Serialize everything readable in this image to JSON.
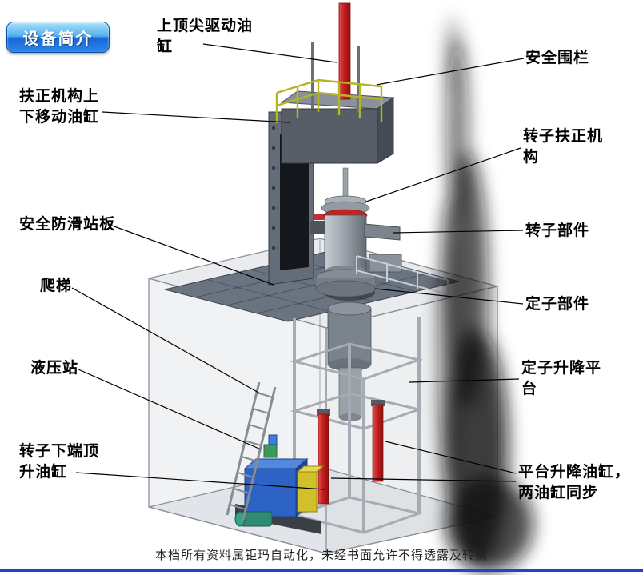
{
  "badge": {
    "label": "设备简介"
  },
  "footer": {
    "text": "本档所有资料属钜玛自动化，未经书面允许不得透露及转摘"
  },
  "labels": [
    {
      "id": "top-center-drive-cylinder",
      "text": "上顶尖驱动油缸"
    },
    {
      "id": "centering-mech-lift-cylinder",
      "text": "扶正机构上下移动油缸"
    },
    {
      "id": "anti-slip-standing-plate",
      "text": "安全防滑站板"
    },
    {
      "id": "ladder",
      "text": "爬梯"
    },
    {
      "id": "hydraulic-station",
      "text": "液压站"
    },
    {
      "id": "rotor-bottom-jack-cylinder",
      "text": "转子下端顶升油缸"
    },
    {
      "id": "safety-fence",
      "text": "安全围栏"
    },
    {
      "id": "rotor-centering-mechanism",
      "text": "转子扶正机构"
    },
    {
      "id": "rotor-component",
      "text": "转子部件"
    },
    {
      "id": "stator-component",
      "text": "定子部件"
    },
    {
      "id": "stator-lift-platform",
      "text": "定子升降平台"
    },
    {
      "id": "platform-lift-cylinders",
      "text": "平台升降油缸，两油缸同步"
    }
  ],
  "colors": {
    "badge_gradient_top": "#a8e0fa",
    "badge_gradient_bottom": "#1668d8",
    "cylinder_red": "#c41e1e",
    "hydraulic_blue": "#2d63c4",
    "railing_yellow": "#b5b520",
    "bottom_rule_blue": "#2244cc"
  }
}
